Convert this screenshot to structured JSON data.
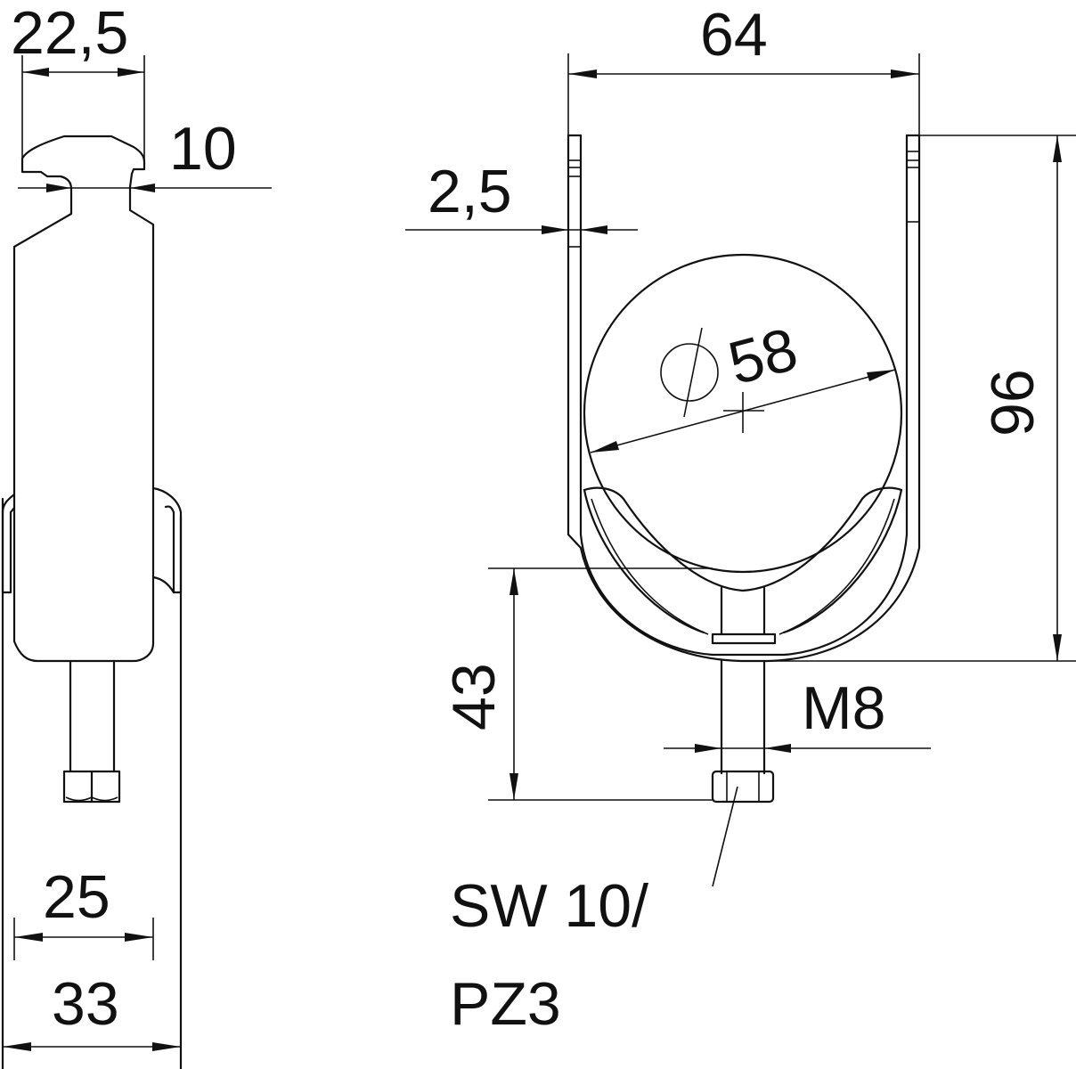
{
  "drawing": {
    "type": "technical-drawing",
    "subject": "cable clamp with M8 threaded bolt and nut",
    "side_view": {
      "dimensions": {
        "top_width": "22,5",
        "neck_width": "10",
        "body_width": "25",
        "overall_width": "33"
      }
    },
    "front_view": {
      "dimensions": {
        "overall_width": "64",
        "wall_thickness": "2,5",
        "clamp_diameter_symbol": "⌀",
        "clamp_diameter": "58",
        "overall_height": "96",
        "bolt_height": "43",
        "thread": "M8"
      },
      "callout": {
        "line1": "SW 10/",
        "line2": "PZ3"
      }
    },
    "colors": {
      "line": "#111111",
      "background": "#ffffff"
    }
  }
}
